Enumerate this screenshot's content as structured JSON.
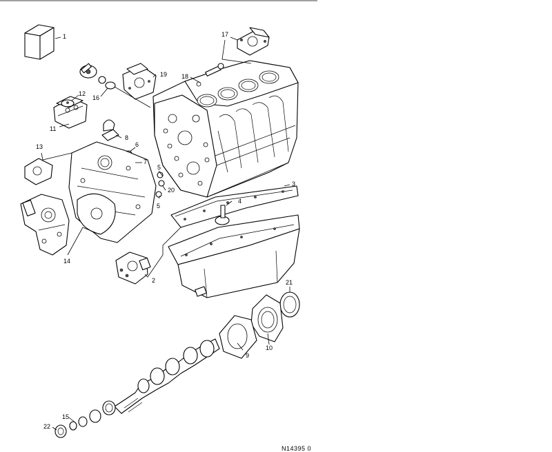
{
  "diagram": {
    "callouts": [
      {
        "id": "1",
        "label": "1"
      },
      {
        "id": "2",
        "label": "2"
      },
      {
        "id": "3",
        "label": "3"
      },
      {
        "id": "4",
        "label": "4"
      },
      {
        "id": "5a",
        "label": "5"
      },
      {
        "id": "5b",
        "label": "5"
      },
      {
        "id": "6",
        "label": "6"
      },
      {
        "id": "7",
        "label": "7"
      },
      {
        "id": "8",
        "label": "8"
      },
      {
        "id": "9",
        "label": "9"
      },
      {
        "id": "10",
        "label": "10"
      },
      {
        "id": "11",
        "label": "11"
      },
      {
        "id": "12",
        "label": "12"
      },
      {
        "id": "13",
        "label": "13"
      },
      {
        "id": "14",
        "label": "14"
      },
      {
        "id": "15",
        "label": "15"
      },
      {
        "id": "16",
        "label": "16"
      },
      {
        "id": "17",
        "label": "17"
      },
      {
        "id": "18",
        "label": "18"
      },
      {
        "id": "19",
        "label": "19"
      },
      {
        "id": "20",
        "label": "20"
      },
      {
        "id": "21",
        "label": "21"
      },
      {
        "id": "22",
        "label": "22"
      }
    ],
    "figure_code": "N14395 0"
  }
}
